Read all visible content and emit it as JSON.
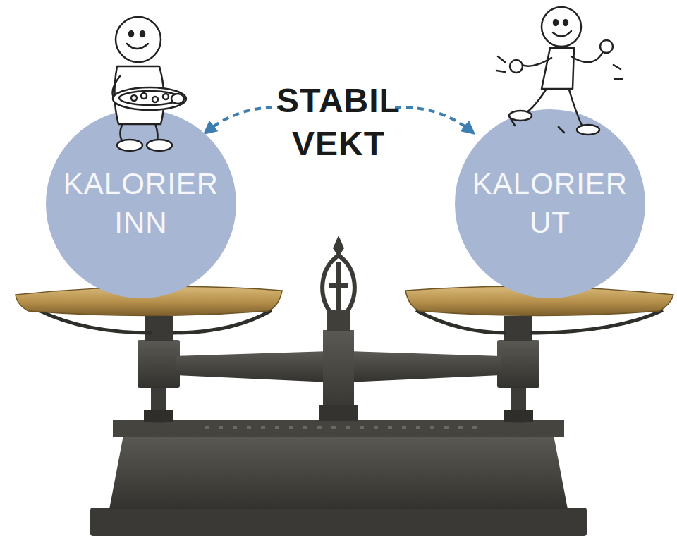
{
  "diagram": {
    "nodes": [
      {
        "text": [
          "KALORIER INN"
        ]
      },
      {
        "text": [
          "KALORIER UT"
        ]
      }
    ],
    "labels": [
      "STABIL VEKT"
    ]
  }
}
